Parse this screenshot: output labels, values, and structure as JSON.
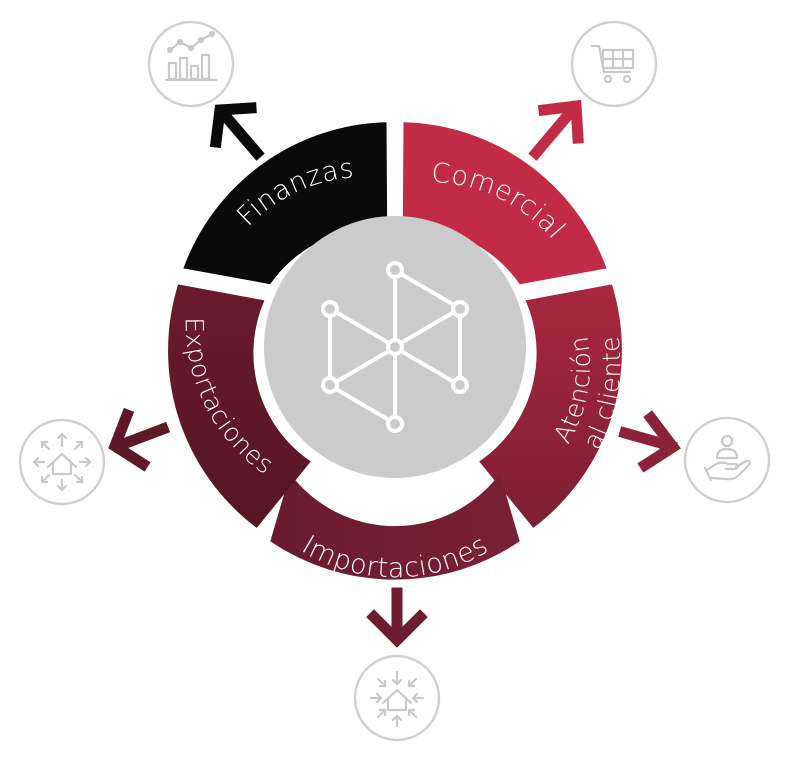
{
  "diagram": {
    "segments": [
      {
        "label": "Finanzas",
        "color": "#0a0a0a",
        "icon": "line-bar-chart-icon"
      },
      {
        "label": "Comercial",
        "color": "#c22b45",
        "icon": "shopping-cart-icon"
      },
      {
        "label_line1": "Atención",
        "label_line2": "al cliente",
        "color": "#8c2238",
        "icon": "hand-holding-person-icon"
      },
      {
        "label": "Importaciones",
        "color": "#6e1c30",
        "icon": "house-inward-arrows-icon"
      },
      {
        "label": "Exportaciones",
        "color": "#5e1828",
        "icon": "house-outward-arrows-icon"
      }
    ],
    "hub": {
      "icon": "network-hexagon-icon",
      "color": "#cbcbcb"
    },
    "icon_circle_color": "#cfcfcf"
  }
}
